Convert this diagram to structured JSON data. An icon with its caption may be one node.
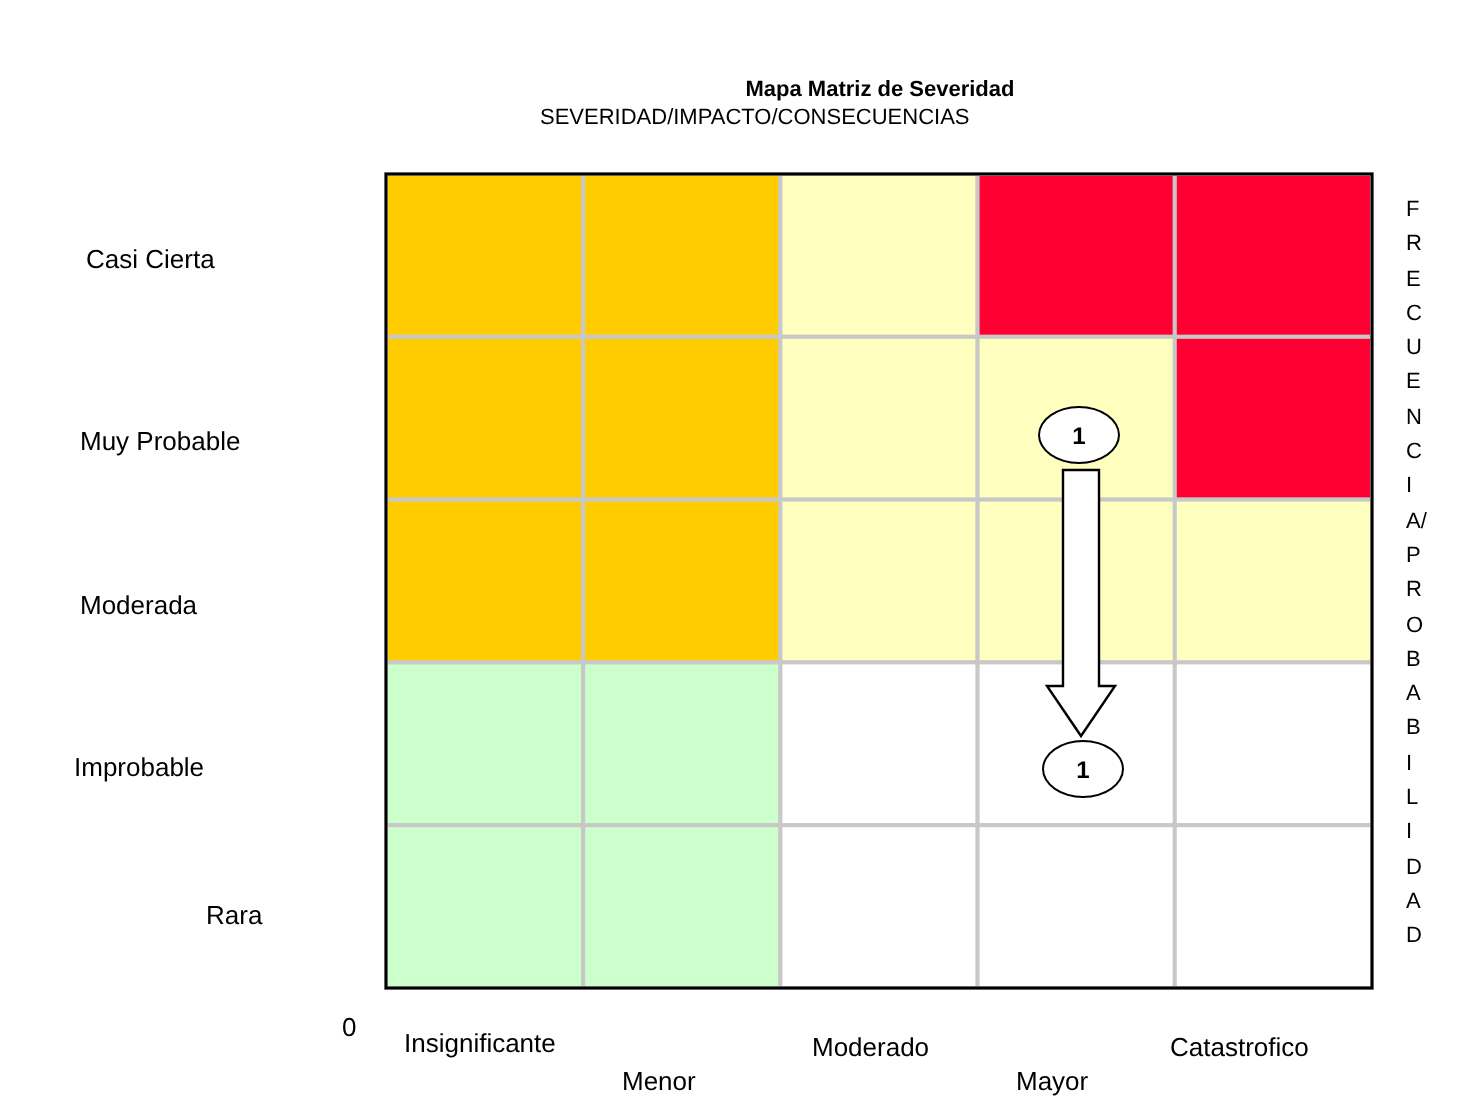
{
  "diagram": {
    "title": "Mapa Matriz de Severidad",
    "nodes": [
      {
        "text": [
          "1"
        ]
      },
      {
        "text": [
          "1"
        ]
      }
    ],
    "edges": [
      {
        "from": 0,
        "to": 1,
        "arrow": "to"
      }
    ],
    "labels": [
      "SEVERIDAD/IMPACTO/CONSECUENCIAS",
      "Casi Cierta",
      "FRECUENCIA/PROBABILIDAD",
      "Muy Probable",
      "Moderada",
      "Improbable",
      "Rara",
      "0",
      "Insignificante",
      "Moderado",
      "Catastrofico",
      "Menor",
      "Mayor"
    ]
  }
}
